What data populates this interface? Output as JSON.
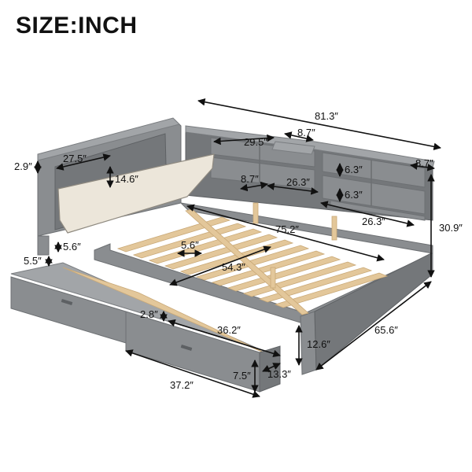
{
  "title": "SIZE:INCH",
  "dimensions": {
    "overall_length": "81.3″",
    "headboard_shelf_width": "29.5″",
    "shelf_depth_top": "8.7″",
    "side_shelf_depth": "8.7″",
    "cushion_panel_width": "27.5″",
    "cushion_panel_height": "14.6″",
    "headboard_top_thickness": "2.9″",
    "shelf_height_upper": "6.3″",
    "shelf_height_lower": "6.3″",
    "inner_shelf_depth": "8.7″",
    "inner_shelf_width": "26.3″",
    "side_shelf_width": "26.3″",
    "overall_height": "30.9″",
    "inner_length": "75.2″",
    "slat_gap_side": "5.6″",
    "slat_gap_mid": "5.6″",
    "inner_width": "54.3″",
    "floor_clearance": "5.5″",
    "overall_width": "65.6″",
    "drawer_side_thickness": "2.8″",
    "drawer_length": "36.2″",
    "frame_height": "12.6″",
    "drawer_depth": "13.3″",
    "drawer_height": "7.5″",
    "drawer_front_width": "37.2″"
  },
  "colors": {
    "frame": "#8a8d90",
    "slats": "#e3c79a",
    "cushion": "#ece6da",
    "text": "#111111"
  },
  "icons": [
    "drawer-handle-icon"
  ]
}
